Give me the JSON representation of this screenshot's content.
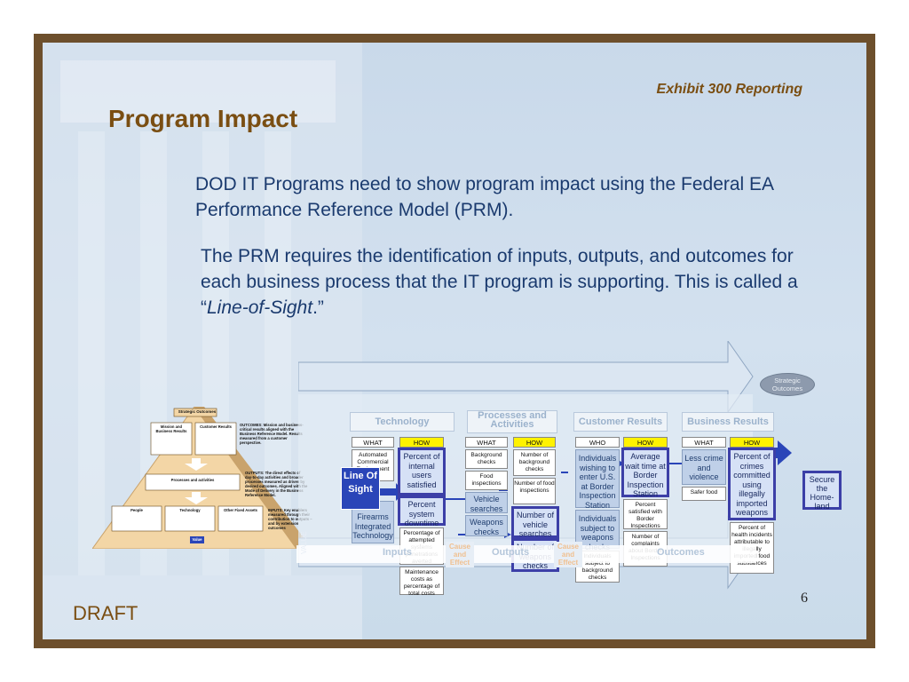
{
  "slide": {
    "exhibit_label": "Exhibit 300 Reporting",
    "title": "Program Impact",
    "paragraph1": "DOD IT Programs need to show program impact using the Federal EA Performance Reference Model (PRM).",
    "paragraph2_pre": "The PRM requires the identification of inputs, outputs, and outcomes for each business process that the IT program is supporting.   This is called a “",
    "paragraph2_em": "Line-of-Sight",
    "paragraph2_post": ".”",
    "draft": "DRAFT",
    "page_number": "6"
  },
  "pyramid": {
    "top": "Strategic Outcomes",
    "mission": "Mission and Business Results",
    "customer": "Customer Results",
    "processes": "Processes and activities",
    "people": "People",
    "technology": "Technology",
    "other": "Other Fixed Assets",
    "value": "Value",
    "outcomes_note": "OUTCOMES: Mission and business-critical results aligned with the Business Reference Model. Results measured from a customer perspective.",
    "outputs_note": "OUTPUTS: The direct effects of day-to-day activities and broader processes measured as driven by desired outcomes. Aligned with the Mode of Delivery in the Business Reference Model.",
    "inputs_note": "INPUTS: Key enablers measured through their contribution to outputs – and by extension outcomes"
  },
  "diagram": {
    "headers": {
      "technology": "Technology",
      "processes": "Processes and Activities",
      "customer": "Customer Results",
      "business": "Business Results",
      "strategic": "Strategic Outcomes"
    },
    "col_what": "WHAT",
    "col_how": "HOW",
    "col_who": "WHO",
    "tech_what_1": "Automated Commercial Environment",
    "tech_what_2": "Firearms Integrated Technology",
    "tech_how_1": "Percent of internal users satisfied",
    "tech_how_2": "Percent system downtime",
    "tech_how_3": "Percentage of attempted systems penetrations averted",
    "tech_how_4": "Maintenance costs as percentage of total costs",
    "proc_what_1": "Background checks",
    "proc_what_2": "Food inspections",
    "proc_what_3": "Vehicle searches",
    "proc_what_4": "Weapons checks",
    "proc_how_1": "Number of background checks",
    "proc_how_2": "Number of food inspections",
    "proc_how_3": "Number of vehicle searches",
    "proc_how_4": "Number of weapons checks",
    "cust_who_1": "Individuals wishing to enter U.S. at Border Inspection Station",
    "cust_who_2": "Individuals subject to weapons checks",
    "cust_who_3": "Individuals subject to background checks",
    "cust_how_1": "Average wait time at Border Inspection Station",
    "cust_how_2": "Percent satisfied with Border Inspections",
    "cust_how_3": "Number of complaints about Border Inspections",
    "bus_what_1": "Less crime and violence",
    "bus_what_2": "Safer food",
    "bus_how_1": "Percent of crimes committed using illegally imported weapons",
    "bus_how_2": "Percent of health incidents attributable to illegally imported food substances",
    "line_of_sight": "Line Of Sight",
    "secure": "Secure the Home-land",
    "inputs": "Inputs",
    "outputs": "Outputs",
    "outcomes": "Outcomes",
    "cause_effect": "Cause and Effect",
    "value": "VALUE"
  }
}
